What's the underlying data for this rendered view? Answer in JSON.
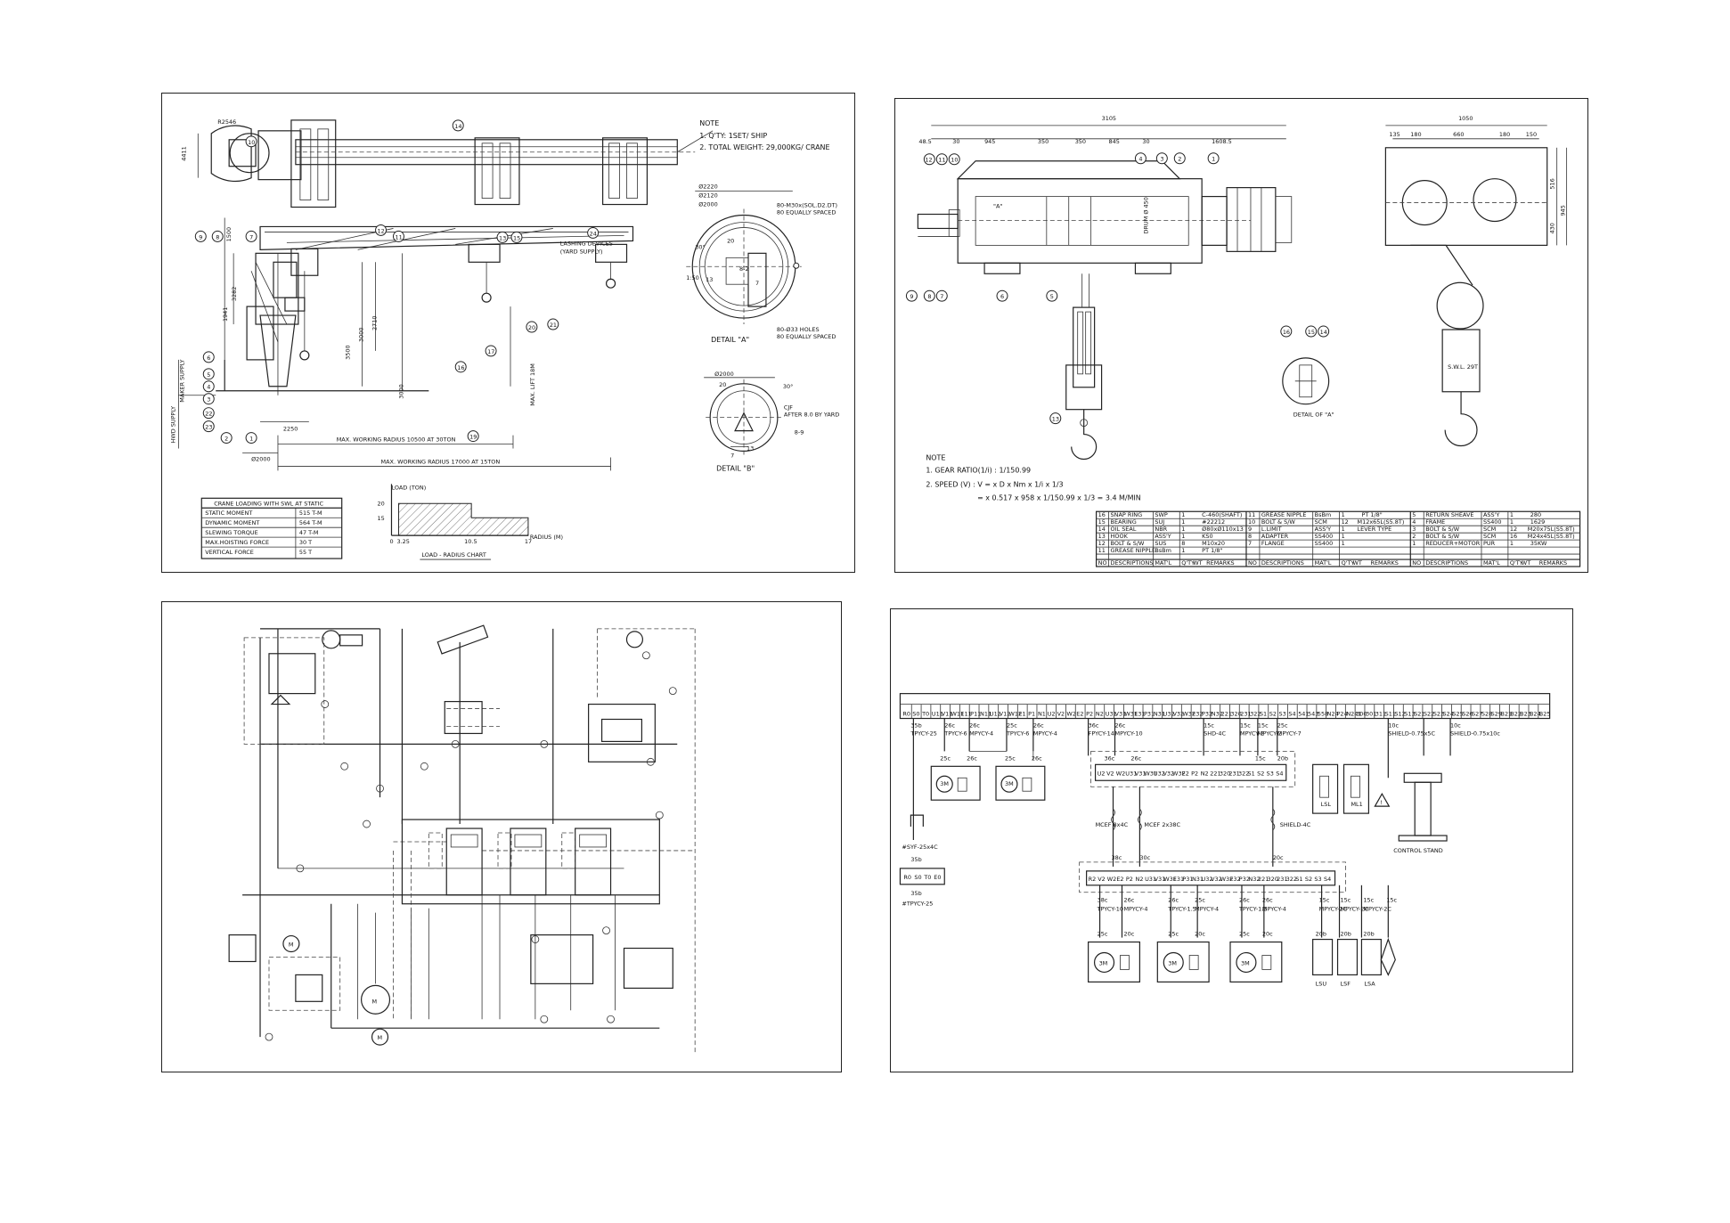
{
  "panels": {
    "crane": {
      "notes": {
        "heading": "NOTE",
        "line1": "1. Q'TY: 1SET/ SHIP",
        "line2": "2. TOTAL WEIGHT: 29,000KG/ CRANE"
      },
      "lashing_line1": "LASHING DEVICES",
      "lashing_line2": "(YARD SUPPLY)",
      "detail_a": "DETAIL \"A\"",
      "detail_b": "DETAIL \"B\"",
      "holes_1": "80-M30x(SOL.D2.DT)",
      "holes_1b": "80 EQUALLY SPACED",
      "holes_2": "80-Ø33 HOLES",
      "holes_2b": "80 EQUALLY SPACED",
      "radius_10500": "MAX. WORKING RADIUS 10500 AT 30TON",
      "radius_17000": "MAX. WORKING RADIUS 17000 AT 15TON",
      "hwd_supply": "HWD SUPPLY",
      "maker_supply": "MAKER SUPPLY",
      "max_lift": "MAX. LIFT 18M",
      "dims": [
        "R2546",
        "4411",
        "1500",
        "3000",
        "3500",
        "1941",
        "3282",
        "2710",
        "3000",
        "Ø2000",
        "2250"
      ],
      "bubbles": [
        "10",
        "14",
        "9",
        "8",
        "7",
        "12",
        "11",
        "13",
        "15",
        "24",
        "6",
        "5",
        "4",
        "3",
        "22",
        "23",
        "2",
        "1",
        "17",
        "16",
        "20",
        "21",
        "19"
      ],
      "loading_table": {
        "title": "CRANE LOADING WITH SWL AT STATIC",
        "rows": [
          [
            "STATIC MOMENT",
            "515 T-M"
          ],
          [
            "DYNAMIC MOMENT",
            "564 T-M"
          ],
          [
            "SLEWING TORQUE",
            "47 T-M"
          ],
          [
            "MAX.HOISTING FORCE",
            "30 T"
          ],
          [
            "VERTICAL FORCE",
            "55 T"
          ]
        ]
      },
      "chart": {
        "y_title": "LOAD (TON)",
        "x_title": "RADIUS (M)",
        "caption": "LOAD - RADIUS CHART",
        "y_ticks": [
          "20",
          "15"
        ],
        "x_ticks": [
          "0",
          "3.25",
          "10.5",
          "17"
        ]
      },
      "detail_dims": [
        "Ø2220",
        "Ø2120",
        "Ø2000",
        "8-2",
        "13",
        "7",
        "20",
        "30°",
        "1:50",
        "Ø2000",
        "20",
        "30°",
        "8-9",
        "13",
        "7",
        "CJF",
        "AFTER 8.0 BY YARD"
      ]
    },
    "hoist": {
      "top_dims": [
        "48.5",
        "30",
        "945",
        "350",
        "350",
        "845",
        "30",
        "1608.5",
        "3105"
      ],
      "side_dims": [
        "1050",
        "135",
        "180",
        "660",
        "180",
        "150",
        "516",
        "945",
        "430"
      ],
      "swl": "S.W.L. 29T",
      "detail_a": "DETAIL OF \"A\"",
      "notes": {
        "heading": "NOTE",
        "line1": "1. GEAR RATIO(1/i) : 1/150.99",
        "line2": "2. SPEED (V) : V =   x D x Nm x 1/i x 1/3",
        "line3": "=   x 0.517 x 958 x 1/150.99 x 1/3 = 3.4 M/MIN"
      },
      "bubbles_left": [
        "12",
        "11",
        "10",
        "9",
        "8",
        "7",
        "6",
        "5",
        "4",
        "3",
        "2",
        "1",
        "13"
      ],
      "bubbles_detail": [
        "16",
        "15",
        "14"
      ],
      "label_a": "\"A\"",
      "shaft_label": "DRUM Ø 450",
      "bom_header": [
        "NO",
        "DESCRIPTIONS",
        "MAT'L",
        "Q'TY",
        "WT",
        "REMARKS"
      ],
      "bom_col1": [
        [
          "16",
          "SNAP RING",
          "SWP",
          "1",
          "",
          "C-460(SHAFT)"
        ],
        [
          "15",
          "BEARING",
          "SUJ",
          "1",
          "",
          "#22212"
        ],
        [
          "14",
          "OIL SEAL",
          "NBR",
          "1",
          "",
          "Ø80xØ110x13"
        ],
        [
          "13",
          "HOOK",
          "ASS'Y",
          "1",
          "",
          "KS0"
        ],
        [
          "12",
          "BOLT & S/W",
          "SUS",
          "8",
          "",
          "M10x20"
        ],
        [
          "11",
          "GREASE NIPPLE",
          "BsBm",
          "1",
          "",
          "PT 1/8\""
        ]
      ],
      "bom_col2": [
        [
          "11",
          "GREASE NIPPLE",
          "BsBm",
          "1",
          "",
          "PT 1/8\""
        ],
        [
          "10",
          "BOLT & S/W",
          "SCM",
          "12",
          "",
          "M12x65L(S5.8T)"
        ],
        [
          "9",
          "L.LIMIT",
          "ASS'Y",
          "1",
          "",
          "LEVER TYPE"
        ],
        [
          "8",
          "ADAPTER",
          "SS400",
          "1",
          "",
          ""
        ],
        [
          "7",
          "FLANGE",
          "SS400",
          "1",
          "",
          ""
        ]
      ],
      "bom_col3": [
        [
          "5",
          "RETURN SHEAVE",
          "ASS'Y",
          "1",
          "",
          "280"
        ],
        [
          "4",
          "FRAME",
          "SS400",
          "1",
          "",
          "1629"
        ],
        [
          "3",
          "BOLT & S/W",
          "SCM",
          "12",
          "",
          "M20x75L(S5.8T)"
        ],
        [
          "2",
          "BOLT & S/W",
          "SCM",
          "16",
          "",
          "M24x45L(S5.8T)"
        ],
        [
          "1",
          "REDUCER+MOTOR",
          "PUR",
          "1",
          "",
          "35KW"
        ]
      ]
    },
    "hydraulic": {
      "labels": [
        "M",
        "M",
        "M"
      ]
    },
    "electric": {
      "top_terminals": [
        "R0",
        "S0",
        "T0",
        "U11",
        "V11",
        "W11",
        "E11",
        "P11",
        "N11",
        "U12",
        "V12",
        "W12",
        "E1",
        "P1",
        "N1",
        "U2",
        "V2",
        "W2",
        "E2",
        "P2",
        "N2",
        "U31",
        "V31",
        "W31",
        "E31",
        "P31",
        "N31",
        "U32",
        "V32",
        "W32",
        "E32",
        "P32",
        "N32",
        "221",
        "320",
        "231",
        "322",
        "S1",
        "S2",
        "S3",
        "S4",
        "541",
        "543",
        "558",
        "N24",
        "P24",
        "N241",
        "300",
        "301",
        "311",
        "S11",
        "S12",
        "S13",
        "S21",
        "S22",
        "S23",
        "S24",
        "S25",
        "S26",
        "S27",
        "S28",
        "S29",
        "B21",
        "B22",
        "B23",
        "B24",
        "B25"
      ],
      "mid_terminals": [
        "U2",
        "V2",
        "W2",
        "U31",
        "V31",
        "W31",
        "U32",
        "V32",
        "W32",
        "E2",
        "P2",
        "N2",
        "221",
        "320",
        "231",
        "322",
        "S1",
        "S2",
        "S3",
        "S4"
      ],
      "bot_terminals": [
        "R2",
        "V2",
        "W2",
        "E2",
        "P2",
        "N2",
        "U31",
        "V31",
        "W31",
        "E31",
        "P31",
        "N31",
        "U32",
        "V32",
        "W32",
        "E32",
        "P32",
        "N32",
        "221",
        "320",
        "231",
        "322",
        "S1",
        "S2",
        "S3",
        "S4"
      ],
      "cables_top": [
        "TPYCY-25",
        "TPYCY-6",
        "MPYCY-4",
        "TPYCY-6",
        "MPYCY-4",
        "FPYCY-14",
        "MPYCY-10",
        "SHD-4C",
        "MPYCY-2",
        "MPYCY-2",
        "MPYCY-7",
        "SHIELD-0.75x5C",
        "SHIELD-0.75x10c"
      ],
      "cores_top": [
        "35b",
        "26c",
        "26c",
        "25c",
        "26c",
        "36c",
        "26c",
        "15c",
        "15c",
        "15c",
        "25c",
        "10c",
        "10c"
      ],
      "cables_bot": [
        "TPYCY-10",
        "MPYCY-4",
        "TPYCY-1.5",
        "MPYCY-4",
        "TPYCY-1.5",
        "MPYCY-4",
        "MPYCY-2C",
        "MPYCY-2C",
        "MPYCY-2C"
      ],
      "cores_bot": [
        "38c",
        "26c",
        "26c",
        "25c",
        "26c",
        "26c",
        "15c",
        "15c",
        "15c",
        "15c"
      ],
      "cores_lo": [
        "25c",
        "20c",
        "25c",
        "20c",
        "25c",
        "20c",
        "20b",
        "20b",
        "20b"
      ],
      "supply_cable": "#SYF-25x4C",
      "supply_core": "35b",
      "supply_terms": [
        "R0",
        "S0",
        "T0",
        "E0"
      ],
      "supply_bottom_core": "35b",
      "supply_bottom_cable": "#TPYCY-25",
      "mid_cables": [
        "MCEF 8x4C",
        "MCEF 2x38C",
        "SHIELD-4C"
      ],
      "motors_top": [
        "3M",
        "3M"
      ],
      "motors_bot": [
        "3M",
        "3M",
        "3M"
      ],
      "switch_labels": [
        "LSL",
        "ML1"
      ],
      "control_stand": "CONTROL STAND",
      "limit_labels": [
        "LSU",
        "LSF",
        "LSA"
      ],
      "warn": "!"
    }
  }
}
